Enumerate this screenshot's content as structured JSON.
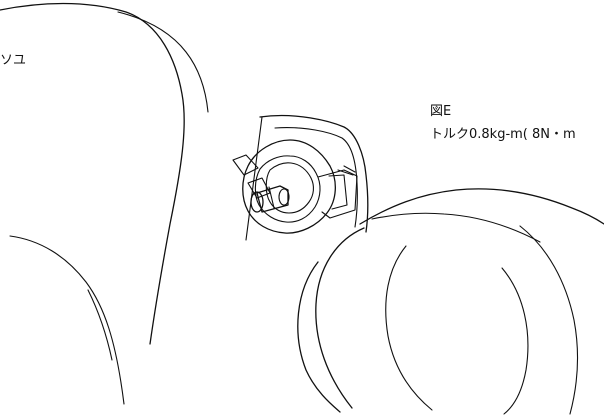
{
  "labels": {
    "left_text": "ソユ",
    "figure_label": "図E",
    "torque_text": "トルク0.8kg-m( 8N・m"
  }
}
